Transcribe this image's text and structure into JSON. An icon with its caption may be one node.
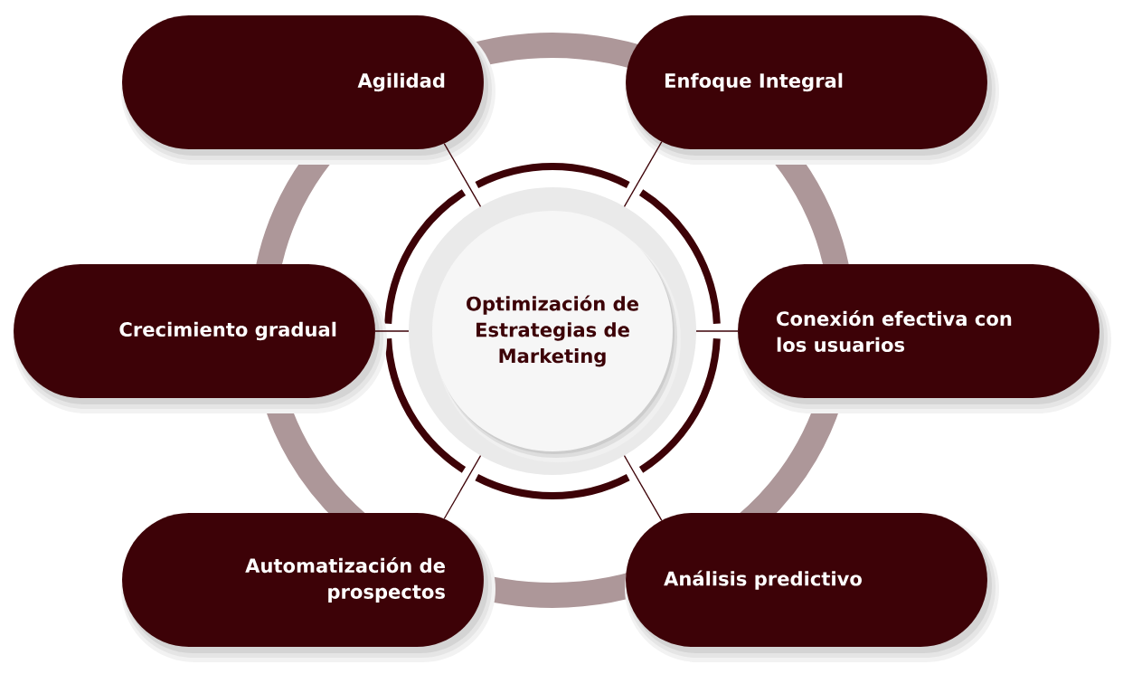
{
  "diagram": {
    "nodes": [
      {
        "text": [
          "Optimización de Estrategias de Marketing"
        ]
      },
      {
        "text": [
          "Agilidad"
        ]
      },
      {
        "text": [
          "Enfoque Integral"
        ]
      },
      {
        "text": [
          "Crecimiento gradual"
        ]
      },
      {
        "text": [
          "Conexión efectiva con los usuarios"
        ]
      },
      {
        "text": [
          "Automatización de prospectos"
        ]
      },
      {
        "text": [
          "Análisis predictivo"
        ]
      }
    ],
    "edges": [
      {
        "from": 0,
        "to": 1,
        "arrow": "none"
      },
      {
        "from": 0,
        "to": 2,
        "arrow": "none"
      },
      {
        "from": 0,
        "to": 3,
        "arrow": "none"
      },
      {
        "from": 0,
        "to": 4,
        "arrow": "none"
      },
      {
        "from": 0,
        "to": 5,
        "arrow": "none"
      },
      {
        "from": 0,
        "to": 6,
        "arrow": "none"
      }
    ]
  }
}
